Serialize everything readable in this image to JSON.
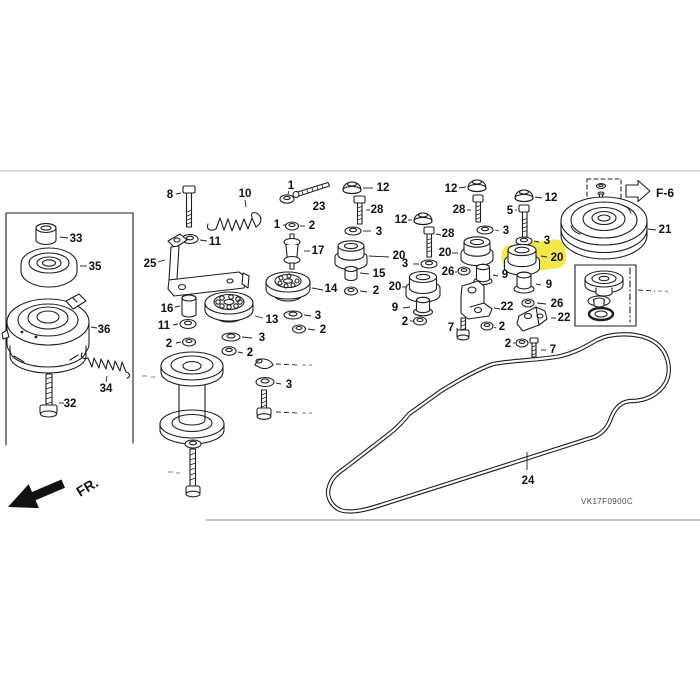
{
  "page": {
    "diagram_code": "VK17F0900C",
    "orientation_label": "FR.",
    "reference_label": "F-6",
    "highlighted_part_number": "20",
    "highlight_color": "#F2E63B",
    "callouts": [
      "33",
      "35",
      "36",
      "34",
      "32",
      "8",
      "10",
      "11",
      "25",
      "16",
      "11",
      "2",
      "13",
      "3",
      "2",
      "3",
      "1",
      "23",
      "1",
      "2",
      "17",
      "14",
      "3",
      "2",
      "12",
      "28",
      "3",
      "20",
      "15",
      "2",
      "12",
      "28",
      "3",
      "20",
      "9",
      "2",
      "12",
      "28",
      "3",
      "20",
      "26",
      "9",
      "12",
      "5",
      "3",
      "20",
      "9",
      "26",
      "22",
      "7",
      "2",
      "22",
      "2",
      "7",
      "21",
      "24"
    ]
  }
}
